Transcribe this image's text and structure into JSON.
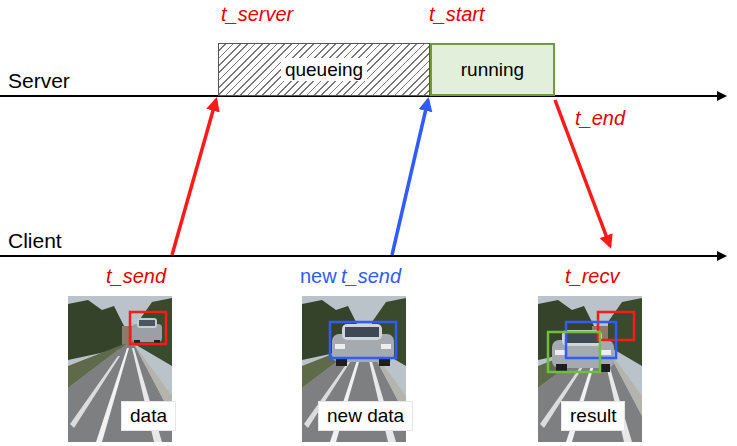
{
  "diagram": {
    "nodes": [
      {
        "text": [
          "queueing"
        ]
      },
      {
        "text": [
          "running"
        ]
      },
      {
        "text": [
          "data"
        ]
      },
      {
        "text": [
          "new data"
        ]
      },
      {
        "text": [
          "result"
        ]
      }
    ],
    "labels": [
      "t_server",
      "t_start",
      "Server",
      "t_end",
      "Client",
      "t_send",
      "new",
      "t_send",
      "t_recv"
    ]
  }
}
